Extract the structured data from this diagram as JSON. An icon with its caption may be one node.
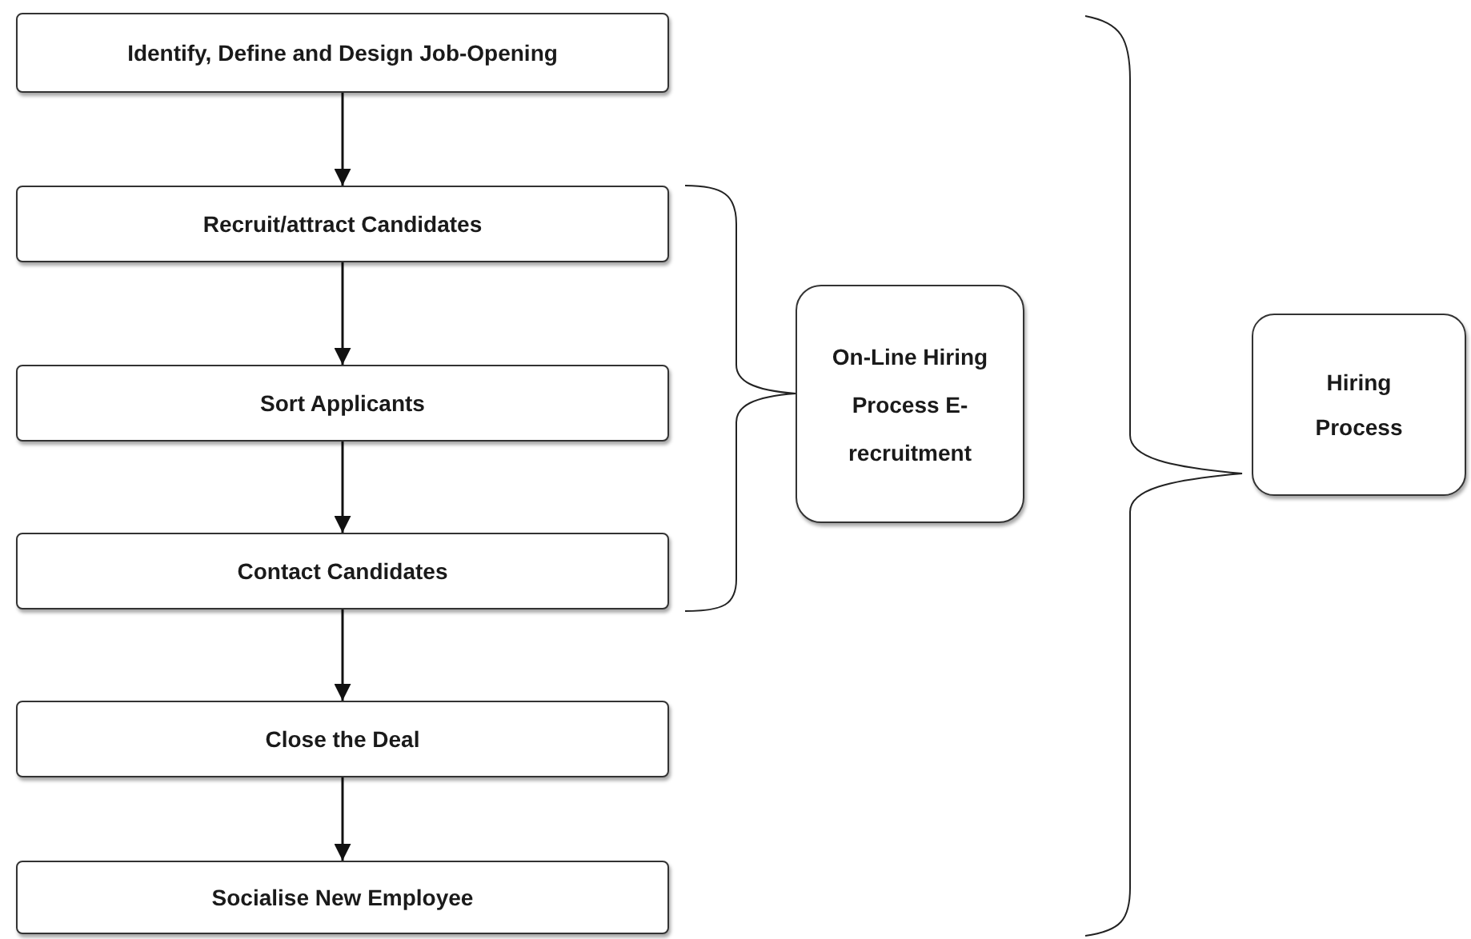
{
  "diagram": {
    "nodes": [
      {
        "text": [
          "Identify, Define and Design Job-Opening"
        ]
      },
      {
        "text": [
          "Recruit/attract Candidates"
        ]
      },
      {
        "text": [
          "Sort Applicants"
        ]
      },
      {
        "text": [
          "Contact Candidates"
        ]
      },
      {
        "text": [
          "Close the Deal"
        ]
      },
      {
        "text": [
          "Socialise New Employee"
        ]
      },
      {
        "text": [
          "On-Line Hiring Process E-recruitment"
        ]
      },
      {
        "text": [
          "Hiring Process"
        ]
      }
    ],
    "edges": [
      {
        "from": 0,
        "to": 1,
        "arrow": "to"
      },
      {
        "from": 1,
        "to": 2,
        "arrow": "to"
      },
      {
        "from": 2,
        "to": 3,
        "arrow": "to"
      },
      {
        "from": 3,
        "to": 4,
        "arrow": "to"
      },
      {
        "from": 4,
        "to": 5,
        "arrow": "to"
      }
    ]
  }
}
